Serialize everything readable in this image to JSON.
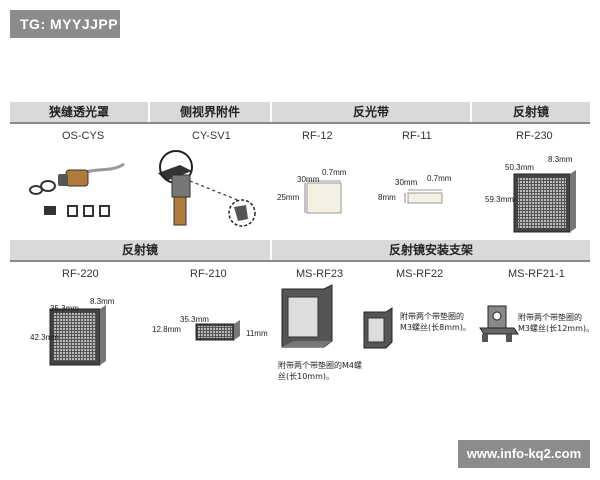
{
  "tag": "TG: MYYJJPP",
  "watermark": "www.info-kq2.com",
  "headers_row1": [
    "狭缝透光罩",
    "侧视界附件",
    "反光带",
    "反射镜"
  ],
  "headers_row2": [
    "反射镜",
    "反射镜安装支架"
  ],
  "models_row1": [
    "OS-CYS",
    "CY-SV1",
    "RF-12",
    "RF-11",
    "RF-230"
  ],
  "models_row2": [
    "RF-220",
    "RF-210",
    "MS-RF23",
    "MS-RF22",
    "MS-RF21-1"
  ],
  "dims": {
    "rf12_w": "30mm",
    "rf12_t": "0.7mm",
    "rf12_h": "25mm",
    "rf11_w": "30mm",
    "rf11_t": "0.7mm",
    "rf11_h": "8mm",
    "rf230_w": "50.3mm",
    "rf230_t": "8.3mm",
    "rf230_h": "59.3mm",
    "rf220_w": "35.3mm",
    "rf220_t": "8.3mm",
    "rf220_h": "42.3mm",
    "rf210_w": "35.3mm",
    "rf210_h": "12.8mm",
    "rf210_t": "11mm"
  },
  "notes": {
    "msrf23_1": "附带两个带垫圈的M4螺",
    "msrf23_2": "丝(长10mm)。",
    "msrf22_1": "附带两个带垫圈的",
    "msrf22_2": "M3螺丝(长8mm)。",
    "msrf21_1": "附带两个带垫圈的",
    "msrf21_2": "M3螺丝(长12mm)。"
  }
}
